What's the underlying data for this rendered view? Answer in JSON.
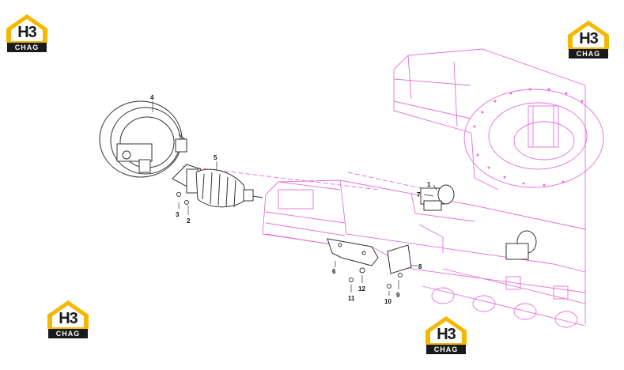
{
  "logo": {
    "mark": "H3",
    "subtitle": "CHAG",
    "colors": {
      "yellow": "#f5b800",
      "dark": "#1a1a1a"
    }
  },
  "callouts": [
    "1",
    "2",
    "3",
    "4",
    "5",
    "6",
    "7",
    "8",
    "9",
    "10",
    "11",
    "12"
  ],
  "colors": {
    "frame": "#e36fd9",
    "parts": "#333333"
  }
}
